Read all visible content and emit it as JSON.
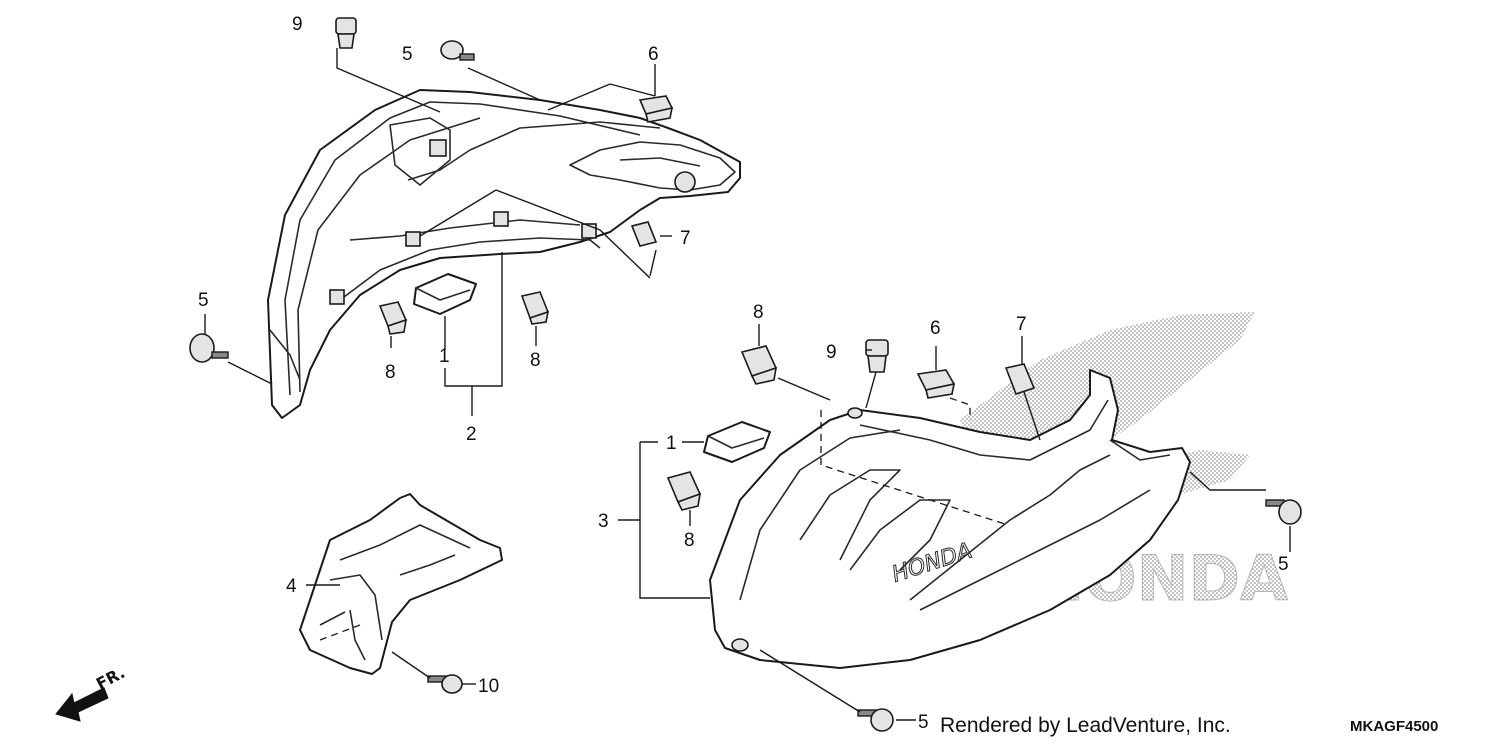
{
  "callouts": [
    {
      "id": "c9a",
      "text": "9"
    },
    {
      "id": "c5a",
      "text": "5"
    },
    {
      "id": "c6a",
      "text": "6"
    },
    {
      "id": "c7a",
      "text": "7"
    },
    {
      "id": "c5b",
      "text": "5"
    },
    {
      "id": "c8a",
      "text": "8"
    },
    {
      "id": "c1a",
      "text": "1"
    },
    {
      "id": "c8b",
      "text": "8"
    },
    {
      "id": "c2",
      "text": "2"
    },
    {
      "id": "c8c",
      "text": "8"
    },
    {
      "id": "c9b",
      "text": "9"
    },
    {
      "id": "c6b",
      "text": "6"
    },
    {
      "id": "c7b",
      "text": "7"
    },
    {
      "id": "c1b",
      "text": "1"
    },
    {
      "id": "c3",
      "text": "3"
    },
    {
      "id": "c8d",
      "text": "8"
    },
    {
      "id": "c5c",
      "text": "5"
    },
    {
      "id": "c4",
      "text": "4"
    },
    {
      "id": "c10",
      "text": "10"
    },
    {
      "id": "c5d",
      "text": "5"
    }
  ],
  "direction_label": "FR.",
  "brand_watermark": "HONDA",
  "footer": {
    "rendered_by": "Rendered by LeadVenture, Inc.",
    "diagram_code": "MKAGF4500"
  },
  "colors": {
    "line": "#1a1a1a",
    "fill": "#ffffff",
    "shade": "#cccccc"
  }
}
